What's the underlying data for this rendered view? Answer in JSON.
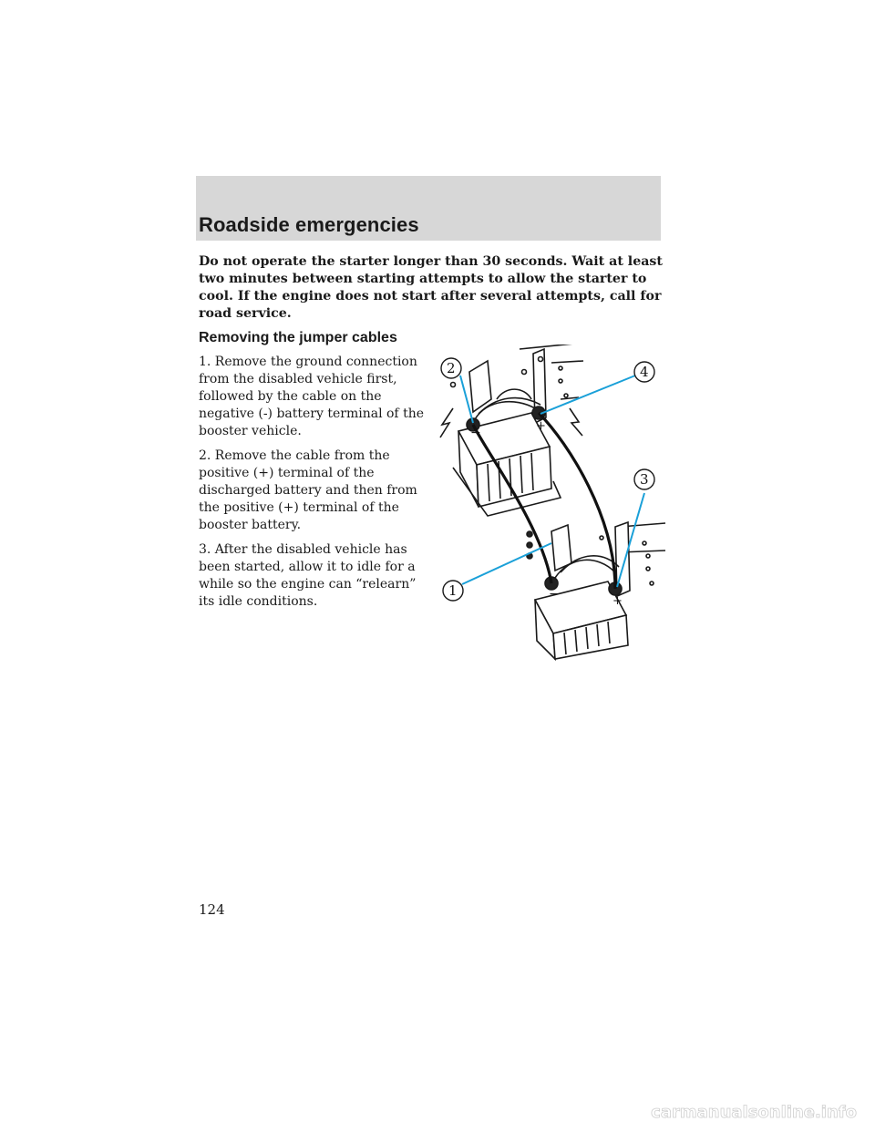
{
  "header": {
    "section_title": "Roadside emergencies"
  },
  "warning_text": "Do not operate the starter longer than 30 seconds. Wait at least two minutes between starting attempts to allow the starter to cool. If the engine does not start after several attempts, call for road service.",
  "subsection_title": "Removing the jumper cables",
  "steps": [
    "1. Remove the ground connection from the disabled vehicle first, followed by the cable on the negative (-) battery terminal of the booster vehicle.",
    "2. Remove the cable from the positive (+) terminal of the discharged battery and then from the positive (+) terminal of the booster battery.",
    "3. After the disabled vehicle has been started, allow it to idle for a while so the engine can “relearn” its idle conditions."
  ],
  "figure": {
    "callouts": [
      "1",
      "2",
      "3",
      "4"
    ],
    "colors": {
      "callout_line": "#1aa0d8",
      "line_art": "#1a1a1a"
    }
  },
  "page_number": "124",
  "watermark_text": "carmanualsonline.info"
}
